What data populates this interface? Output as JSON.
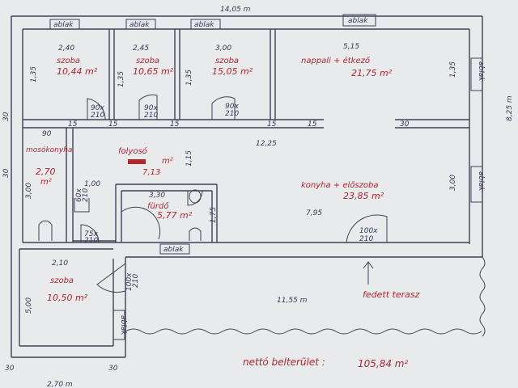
{
  "dims": {
    "top_width": "14,05 m",
    "right_height": "8,25 m",
    "bottom_corridor": "11,55 m",
    "bottom_left_partial": "2,70 m",
    "left_30_a": "30",
    "left_30_b": "30",
    "bottom_30_a": "30",
    "bottom_30_b": "30",
    "mid_12_25": "12,25",
    "d_1_95_a": "1,35",
    "d_1_95_b": "1,35",
    "d_1_95_c": "1,35",
    "d_1_95_d": "1,35",
    "wall_15_a": "15",
    "wall_15_b": "15",
    "wall_15_c": "15",
    "wall_15_d": "15",
    "wall_15_e": "15",
    "wall_30_right": "30",
    "dim_90": "90",
    "dim_1_00": "1,00",
    "dim_3_00_left": "3,00",
    "dim_1_15": "1,15",
    "dim_3_30": "3,30",
    "dim_1_75": "1,75",
    "dim_7_95": "7,95",
    "dim_3_00_right": "3,00",
    "dim_2_10": "2,10",
    "dim_5_00": "5,00"
  },
  "windows": {
    "label": "ablak"
  },
  "doors": {
    "d1": "90x\n210",
    "d1a": "90x",
    "d1b": "210",
    "d2a": "90x",
    "d2b": "210",
    "d3a": "90x",
    "d3b": "210",
    "d4a": "75x",
    "d4b": "210",
    "d5a": "100x",
    "d5b": "210",
    "d6a": "100x",
    "d6b": "210",
    "d7a": "60x",
    "d7b": "210"
  },
  "rooms": {
    "szoba1": {
      "width": "2,40",
      "name": "szoba",
      "area": "10,44 m²"
    },
    "szoba2": {
      "width": "2,45",
      "name": "szoba",
      "area": "10,65 m²"
    },
    "szoba3": {
      "width": "3,00",
      "name": "szoba",
      "area": "15,05 m²"
    },
    "nappali": {
      "width": "5,15",
      "name": "nappali + étkező",
      "area": "21,75 m²"
    },
    "mosokonyha": {
      "name": "mosókonyha",
      "area_a": "2,70",
      "area_b": "m²"
    },
    "folyoso": {
      "name": "folyosó",
      "area_a": "m²",
      "area_b": "7,13"
    },
    "furdo": {
      "name": "fürdő",
      "area": "5,77 m²"
    },
    "konyha": {
      "name": "konyha + előszoba",
      "area": "23,85 m²"
    },
    "szoba4": {
      "name": "szoba",
      "area": "10,50 m²"
    }
  },
  "terrace": {
    "label": "fedett terasz"
  },
  "net_area": {
    "label": "nettó belterület :",
    "value": "105,84 m²"
  }
}
